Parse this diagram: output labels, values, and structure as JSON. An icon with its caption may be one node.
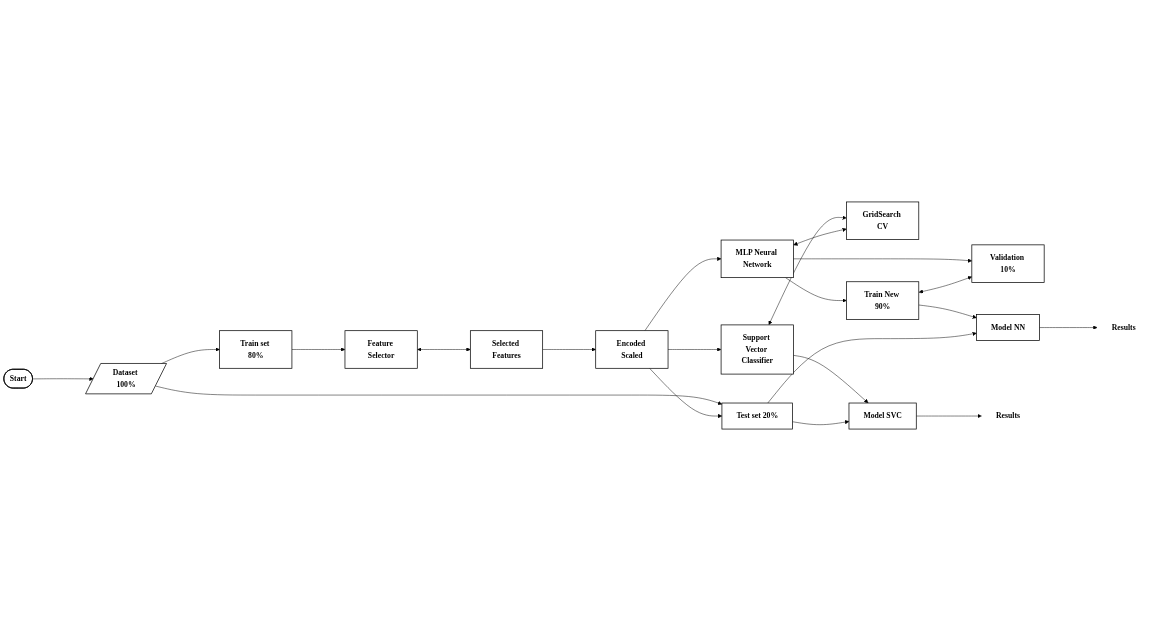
{
  "diagram": {
    "nodes": [
      {
        "text": [
          "Start"
        ]
      },
      {
        "text": [
          "Dataset 100%"
        ]
      },
      {
        "text": [
          "Train set 80%"
        ]
      },
      {
        "text": [
          "Test set 20%"
        ]
      },
      {
        "text": [
          "Selected Features"
        ]
      },
      {
        "text": [
          "Feature Selector"
        ]
      },
      {
        "text": [
          "Encoded Scaled"
        ]
      },
      {
        "text": [
          "Support Vector Classifier"
        ]
      },
      {
        "text": [
          "GridSearch CV"
        ]
      },
      {
        "text": [
          "MLP Neural Network"
        ]
      },
      {
        "text": [
          "Train New 90%"
        ]
      },
      {
        "text": [
          "Validation 10%"
        ]
      },
      {
        "text": [
          "Model SVC"
        ]
      },
      {
        "text": [
          "Model NN"
        ]
      },
      {
        "text": [
          "Results"
        ]
      },
      {
        "text": [
          "Results"
        ]
      }
    ],
    "edges": [
      {
        "from": 0,
        "to": 1,
        "arrow": "to"
      },
      {
        "from": 1,
        "to": 2,
        "arrow": "to"
      },
      {
        "from": 1,
        "to": 3,
        "arrow": "to"
      },
      {
        "from": 2,
        "to": 5,
        "arrow": "to"
      },
      {
        "from": 4,
        "to": 5,
        "arrow": "both"
      },
      {
        "from": 4,
        "to": 6,
        "arrow": "to"
      },
      {
        "from": 6,
        "to": 7,
        "arrow": "to"
      },
      {
        "from": 6,
        "to": 9,
        "arrow": "to"
      },
      {
        "from": 6,
        "to": 3,
        "arrow": "to"
      },
      {
        "from": 7,
        "to": 8,
        "arrow": "both"
      },
      {
        "from": 7,
        "to": 12,
        "arrow": "to"
      },
      {
        "from": 9,
        "to": 8,
        "arrow": "both"
      },
      {
        "from": 9,
        "to": 10,
        "arrow": "to"
      },
      {
        "from": 9,
        "to": 11,
        "arrow": "to"
      },
      {
        "from": 10,
        "to": 11,
        "arrow": "both"
      },
      {
        "from": 10,
        "to": 13,
        "arrow": "to"
      },
      {
        "from": 3,
        "to": 12,
        "arrow": "to"
      },
      {
        "from": 3,
        "to": 13,
        "arrow": "to"
      },
      {
        "from": 12,
        "to": 14,
        "arrow": "to"
      },
      {
        "from": 13,
        "to": 15,
        "arrow": "to"
      }
    ]
  }
}
